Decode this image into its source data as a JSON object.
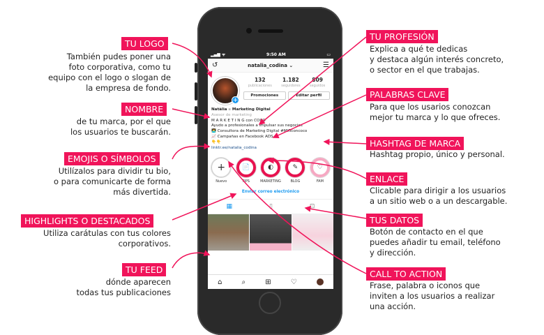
{
  "annotations_left": [
    {
      "label": "TU LOGO",
      "text": "También pudes poner una\nfoto corporativa, como tu\nequipo con el logo o slogan de\nla empresa de fondo."
    },
    {
      "label": "NOMBRE",
      "text": "de tu marca, por el que\nlos usuarios te buscarán."
    },
    {
      "label": "EMOJIS O SÍMBOLOS",
      "text": "Utilízalos para dividir tu bio,\no para comunicarte de forma\nmás divertida."
    },
    {
      "label": "HIGHLIGHTS O DESTACADOS",
      "text": "Utiliza carátulas con tus colores\ncorporativos."
    },
    {
      "label": "TU FEED",
      "text": "dónde aparecen\ntodas tus publicaciones"
    }
  ],
  "annotations_right": [
    {
      "label": "TU PROFESIÓN",
      "text": "Explica a qué te dedicas\ny destaca algún interés concreto,\no sector en el que trabajas."
    },
    {
      "label": "PALABRAS CLAVE",
      "text": "Para que los usarios conozcan\nmejor tu marca y lo que ofreces."
    },
    {
      "label": "HASHTAG DE MARCA",
      "text": "Hashtag propio, único y personal."
    },
    {
      "label": "ENLACE",
      "text": "Clicable para dirigir a los usuarios\na un sitio web o a un descargable."
    },
    {
      "label": "TUS DATOS",
      "text": "Botón de contacto en el que\npuedes añadir tu email, teléfono\ny dirección."
    },
    {
      "label": "CALL TO ACTION",
      "text": "Frase, palabra o iconos que\ninviten a los usuarios a realizar\nuna acción."
    }
  ],
  "accent_color": "#f0145a",
  "phone": {
    "time": "9:50 AM",
    "username": "natalia_codina",
    "stats": [
      {
        "value": "132",
        "label": "publicaciones"
      },
      {
        "value": "1.182",
        "label": "seguidores"
      },
      {
        "value": "809",
        "label": "seguidos"
      }
    ],
    "buttons": [
      "Promociones",
      "Editar perfil"
    ],
    "bio": {
      "name": "Natàlia",
      "separator": "▪",
      "title": "Marketing Digital",
      "category": "Asesor de marketing",
      "line1": "M A R K E T I N G con COCO",
      "line2": "Ayudo a profesionales a impulsar sus negocios",
      "line3": "👩‍💻 Consultora de Marketing Digital #MKTconcoco",
      "line4": "📈 Campañas en Facebook ADS",
      "emojis": "👇👇",
      "link": "linktr.ee/natalia_codina"
    },
    "highlights": [
      {
        "label": "Nuevo",
        "icon": "+"
      },
      {
        "label": "TIPS",
        "icon": "📄"
      },
      {
        "label": "MARKETING",
        "icon": "◐"
      },
      {
        "label": "BLOG",
        "icon": "✎"
      },
      {
        "label": "FAM",
        "icon": "♡"
      }
    ],
    "email_button": "Enviar correo electrónico",
    "nav_icons": [
      "home-icon",
      "search-icon",
      "add-icon",
      "heart-icon",
      "profile-icon"
    ]
  }
}
